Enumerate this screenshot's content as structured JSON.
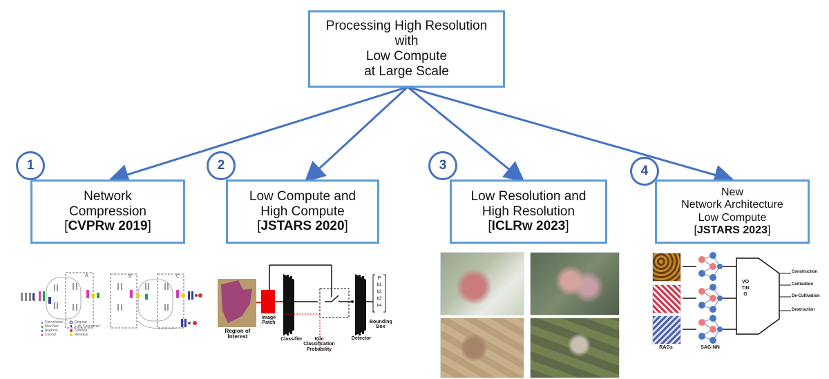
{
  "root": {
    "lines": [
      "Processing High Resolution",
      "with",
      "Low Compute",
      "at Large Scale"
    ]
  },
  "branches": [
    {
      "num": "1",
      "lines": [
        "Network",
        "Compression"
      ],
      "venue": "CVPRw 2019"
    },
    {
      "num": "2",
      "lines": [
        "Low Compute and",
        "High Compute"
      ],
      "venue": "JSTARS 2020"
    },
    {
      "num": "3",
      "lines": [
        "Low Resolution and",
        "High Resolution"
      ],
      "venue": "ICLRw 2023"
    },
    {
      "num": "4",
      "lines": [
        "New",
        "Network Architecture",
        "Low Compute"
      ],
      "venue": "JSTARS 2023"
    }
  ],
  "fig1": {
    "blocks": [
      "A",
      "B",
      "C"
    ],
    "legend": [
      "Convolution",
      "MaxPool",
      "AvgPool",
      "Concat",
      "Dropout",
      "Fully Connected",
      "Softmax",
      "Residual"
    ]
  },
  "fig2": {
    "region": "Region of Interest",
    "patch": "Image\nPatch",
    "classifier": "Classifier",
    "prob": "Kiln\nClassification\nProbability",
    "detector": "Detector",
    "bbox": "Bounding\nBox",
    "vec": [
      "P",
      "b1",
      "b2",
      "b3",
      "b4"
    ]
  },
  "fig4": {
    "rags": "RAGs",
    "nn": "SAG-NN",
    "voting": "VOTING",
    "outputs": [
      "Construction",
      "Cultivation",
      "De-Cultivation",
      "Destruction"
    ]
  }
}
